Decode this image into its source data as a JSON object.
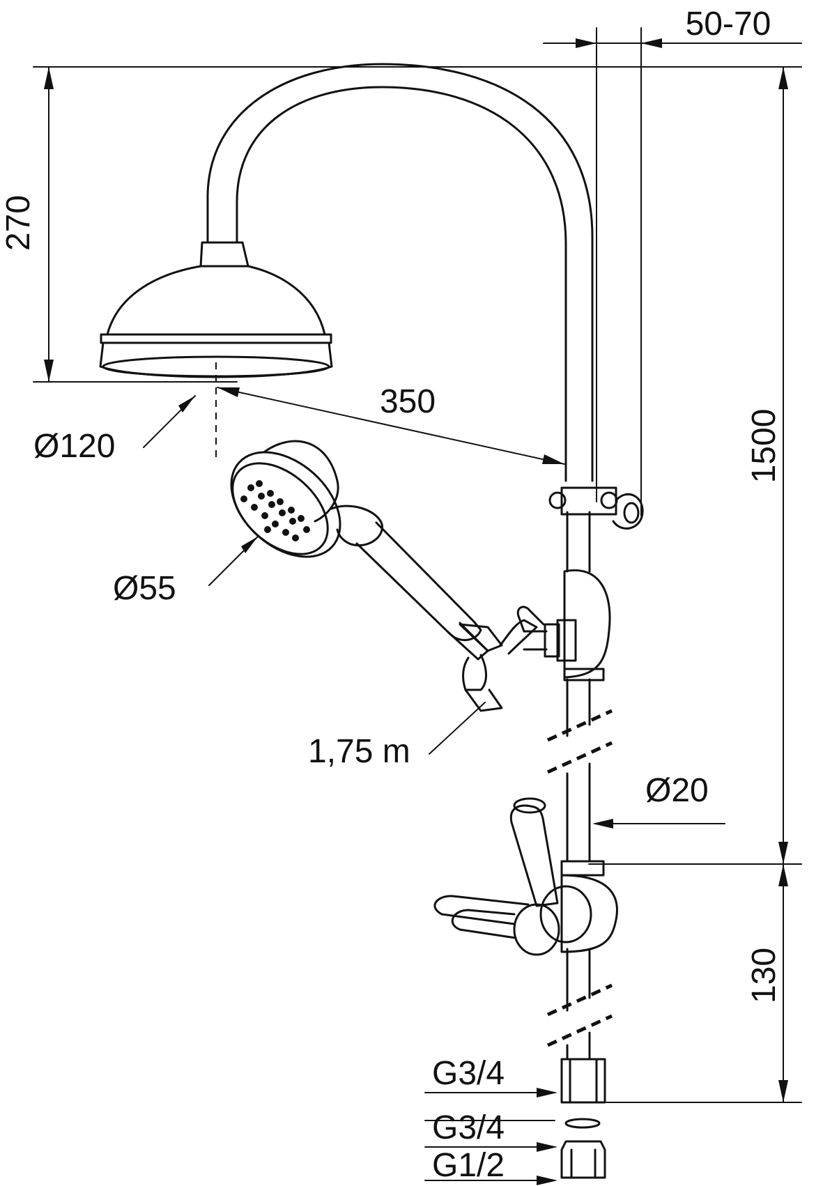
{
  "colors": {
    "stroke": "#111111",
    "background": "#ffffff"
  },
  "labels": {
    "wall_offset": "50-70",
    "arm_height": "270",
    "arm_reach": "350",
    "head_diameter": "Ø120",
    "hand_diameter": "Ø55",
    "hose_length": "1,75 m",
    "riser_diameter": "Ø20",
    "total_height": "1500",
    "inlet_height": "130",
    "thread_outlet": "G3/4",
    "thread_adapter_in": "G3/4",
    "thread_adapter_out": "G1/2"
  }
}
